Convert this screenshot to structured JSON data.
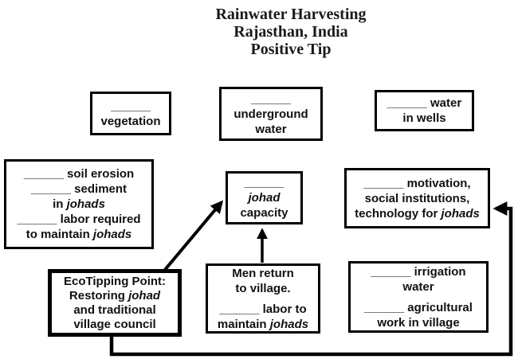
{
  "title": {
    "lines": [
      "Rainwater Harvesting",
      "Rajasthan, India",
      "Positive Tip"
    ]
  },
  "boxes": {
    "vegetation": {
      "lines": [
        {
          "segments": [
            {
              "text": "______"
            }
          ]
        },
        {
          "segments": [
            {
              "text": "vegetation"
            }
          ]
        }
      ]
    },
    "underground_water": {
      "lines": [
        {
          "segments": [
            {
              "text": "______"
            }
          ]
        },
        {
          "segments": [
            {
              "text": "underground"
            }
          ]
        },
        {
          "segments": [
            {
              "text": "water"
            }
          ]
        }
      ]
    },
    "water_in_wells": {
      "lines": [
        {
          "segments": [
            {
              "text": "______ water"
            }
          ]
        },
        {
          "segments": [
            {
              "text": "in wells"
            }
          ]
        }
      ]
    },
    "soil_erosion": {
      "lines": [
        {
          "segments": [
            {
              "text": "______ soil erosion"
            }
          ]
        },
        {
          "segments": [
            {
              "text": "______ sediment"
            }
          ]
        },
        {
          "segments": [
            {
              "text": "in "
            },
            {
              "text": "johads",
              "italic": true
            }
          ]
        },
        {
          "segments": [
            {
              "text": "______ labor required"
            }
          ]
        },
        {
          "segments": [
            {
              "text": "to maintain "
            },
            {
              "text": "johads",
              "italic": true
            }
          ]
        }
      ]
    },
    "johad_capacity": {
      "lines": [
        {
          "segments": [
            {
              "text": "______"
            }
          ]
        },
        {
          "segments": [
            {
              "text": "johad",
              "italic": true
            }
          ]
        },
        {
          "segments": [
            {
              "text": "capacity"
            }
          ]
        }
      ]
    },
    "motivation": {
      "lines": [
        {
          "segments": [
            {
              "text": "______ motivation,"
            }
          ]
        },
        {
          "segments": [
            {
              "text": "social institutions,"
            }
          ]
        },
        {
          "segments": [
            {
              "text": "technology for "
            },
            {
              "text": "johads",
              "italic": true
            }
          ]
        }
      ]
    },
    "ecotipping_point": {
      "lines": [
        {
          "segments": [
            {
              "text": "EcoTipping Point:"
            }
          ]
        },
        {
          "segments": [
            {
              "text": "Restoring "
            },
            {
              "text": "johad",
              "italic": true
            }
          ]
        },
        {
          "segments": [
            {
              "text": "and traditional"
            }
          ]
        },
        {
          "segments": [
            {
              "text": "village council"
            }
          ]
        }
      ]
    },
    "men_return": {
      "lines": [
        {
          "segments": [
            {
              "text": "Men return"
            }
          ]
        },
        {
          "segments": [
            {
              "text": "to village."
            }
          ]
        },
        {
          "segments": [
            {
              "text": "______ labor to"
            }
          ],
          "gap": true
        },
        {
          "segments": [
            {
              "text": "maintain "
            },
            {
              "text": "johads",
              "italic": true
            }
          ]
        }
      ]
    },
    "irrigation": {
      "lines": [
        {
          "segments": [
            {
              "text": "______ irrigation"
            }
          ]
        },
        {
          "segments": [
            {
              "text": "water"
            }
          ]
        },
        {
          "segments": [
            {
              "text": "______ agricultural"
            }
          ],
          "gap": true
        },
        {
          "segments": [
            {
              "text": "work in village"
            }
          ]
        }
      ]
    }
  },
  "arrows": [
    {
      "name": "ecotipping-to-johad-capacity",
      "from": "ecotipping_point",
      "to": "johad_capacity"
    },
    {
      "name": "men-return-to-johad-capacity",
      "from": "men_return",
      "to": "johad_capacity"
    },
    {
      "name": "ecotipping-loop-to-motivation",
      "from": "ecotipping_point",
      "to": "motivation"
    }
  ],
  "colors": {
    "line": "#000000",
    "background": "#ffffff",
    "text": "#111111"
  }
}
